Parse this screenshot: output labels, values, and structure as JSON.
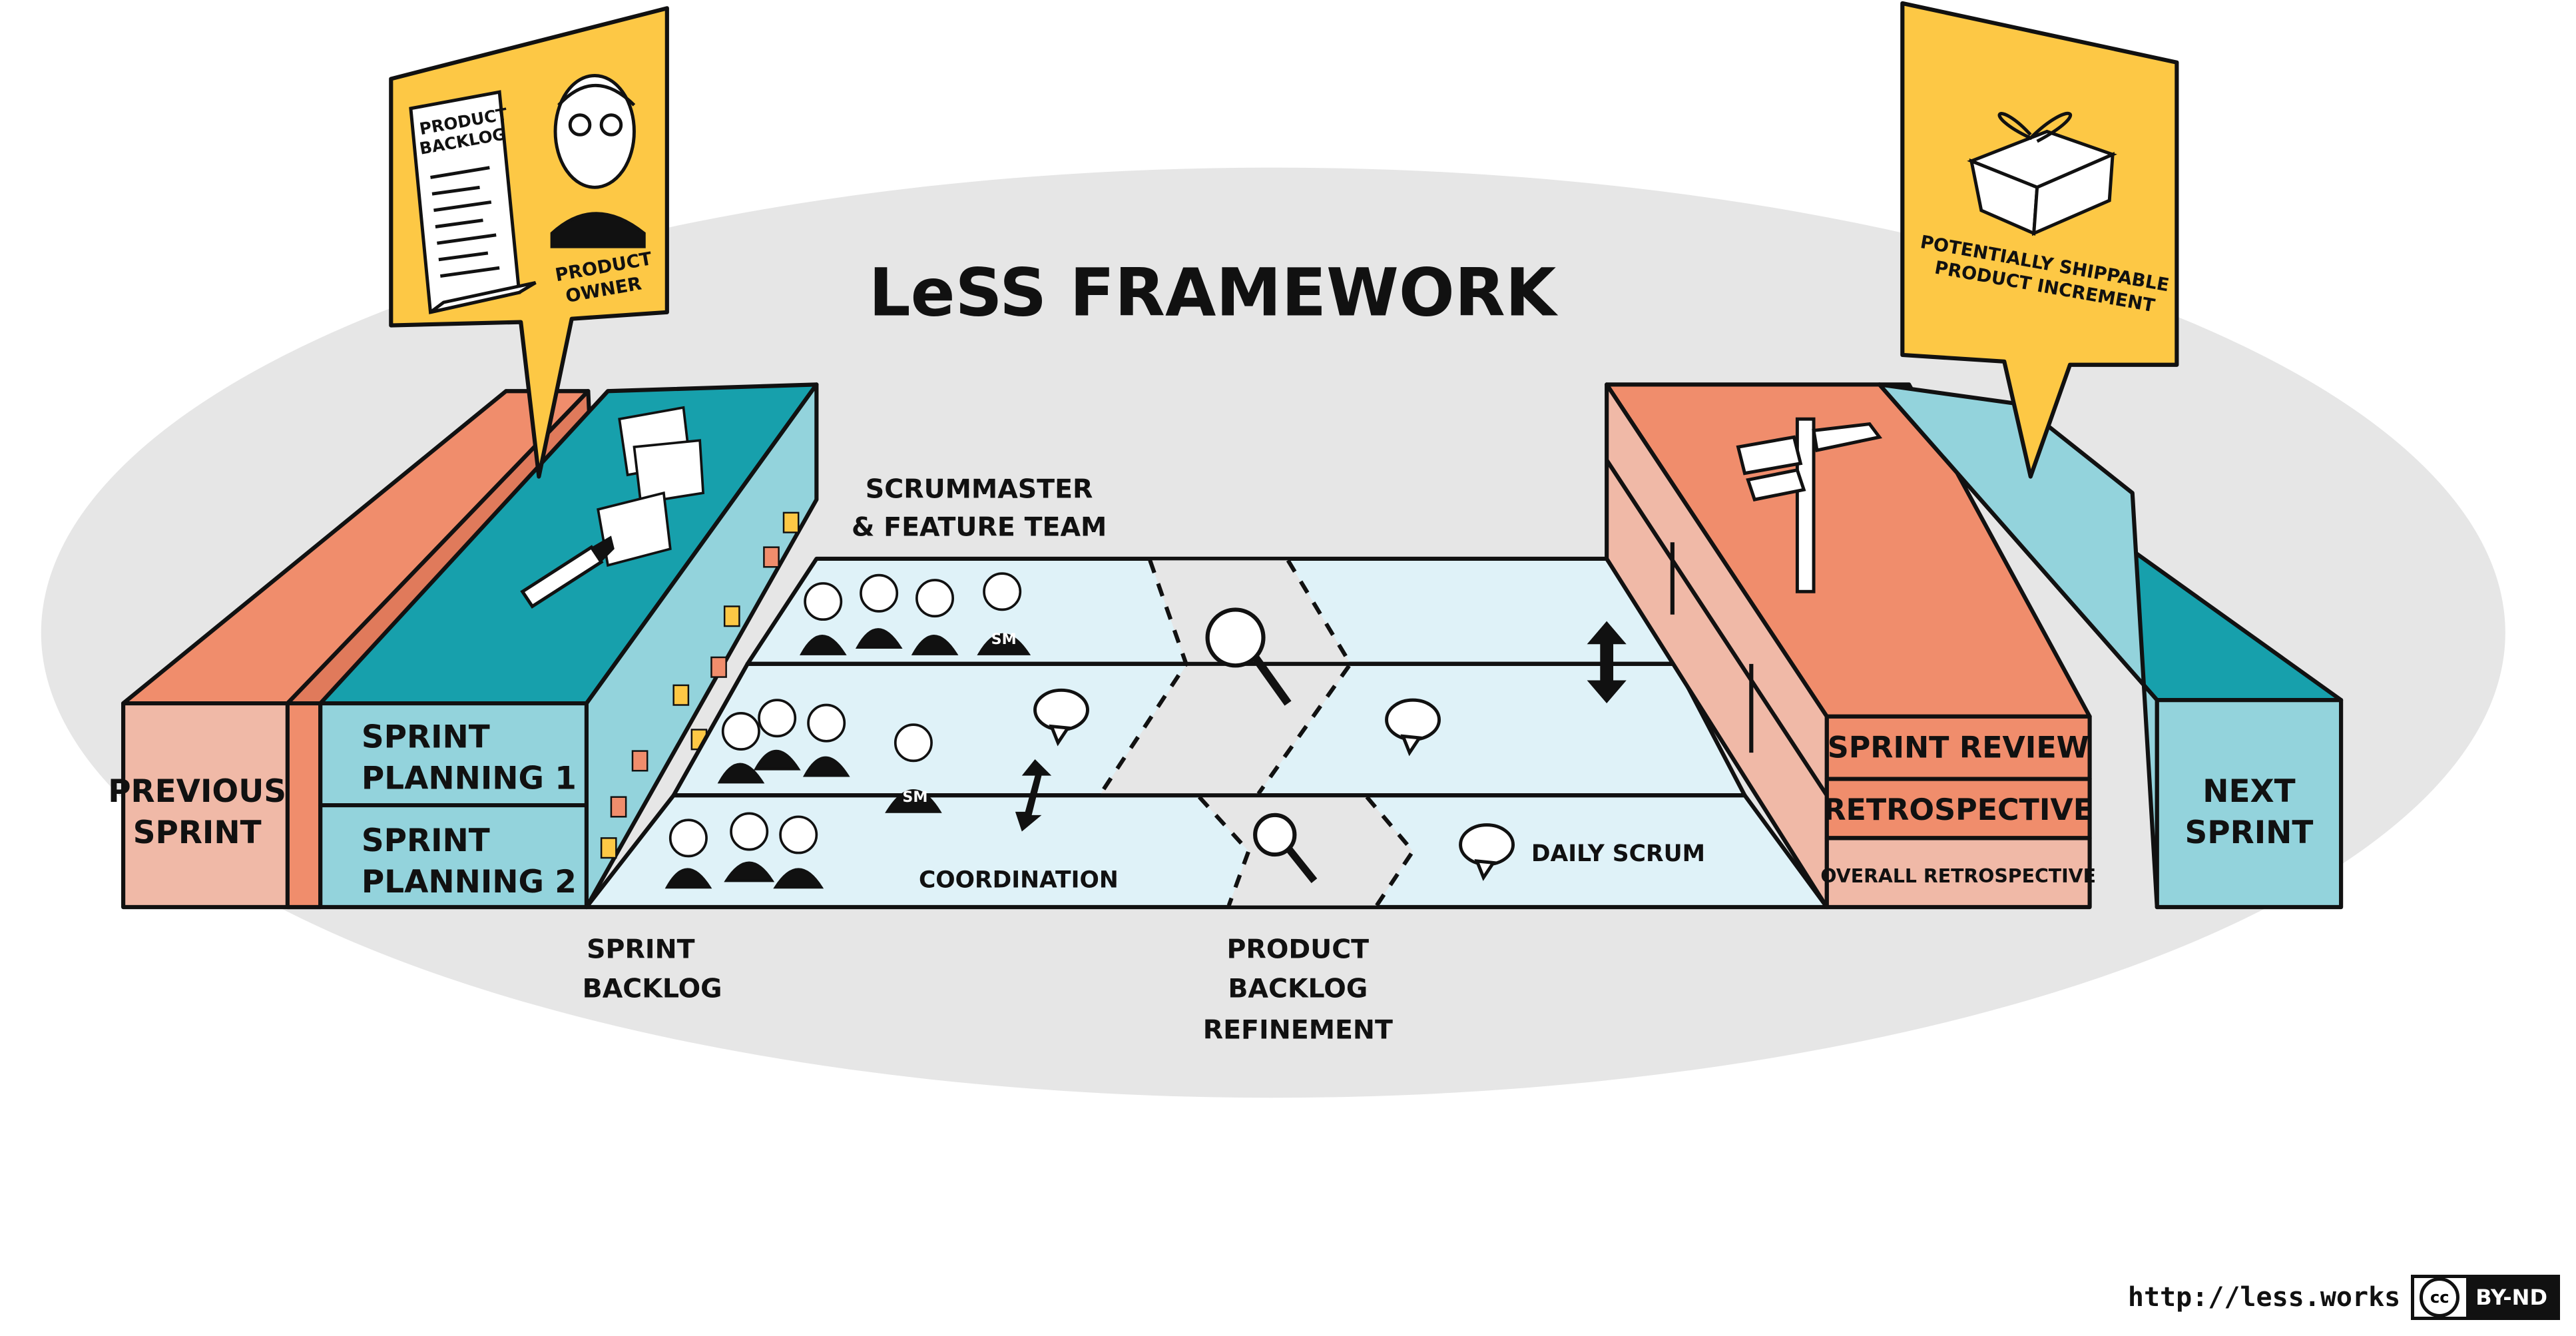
{
  "title": "LeSS FRAMEWORK",
  "colors": {
    "teal": "#17a0ac",
    "teal_light": "#93d3dc",
    "salmon": "#f08d6c",
    "salmon_light": "#f0b9a7",
    "yellow": "#fdc845",
    "lane": "#dff2f8",
    "ellipse": "#e6e6e6"
  },
  "labels": {
    "previous_sprint": [
      "PREVIOUS",
      "SPRINT"
    ],
    "next_sprint": [
      "NEXT",
      "SPRINT"
    ],
    "sprint_planning_1": [
      "SPRINT",
      "PLANNING 1"
    ],
    "sprint_planning_2": [
      "SPRINT",
      "PLANNING 2"
    ],
    "scrummaster_team": [
      "SCRUMMASTER",
      "& FEATURE TEAM"
    ],
    "coordination": "COORDINATION",
    "daily_scrum": "DAILY SCRUM",
    "sprint_backlog": [
      "SPRINT",
      "BACKLOG"
    ],
    "pbr": [
      "PRODUCT",
      "BACKLOG",
      "REFINEMENT"
    ],
    "sprint_review": "SPRINT REVIEW",
    "retrospective": "RETROSPECTIVE",
    "overall_retrospective": "OVERALL RETROSPECTIVE",
    "product_backlog": [
      "PRODUCT",
      "BACKLOG"
    ],
    "product_owner": [
      "PRODUCT",
      "OWNER"
    ],
    "increment": [
      "POTENTIALLY SHIPPABLE",
      "PRODUCT INCREMENT"
    ],
    "sm": "SM"
  },
  "footer": {
    "url": "http://less.works",
    "cc_logo": "cc",
    "license": "BY-ND"
  }
}
